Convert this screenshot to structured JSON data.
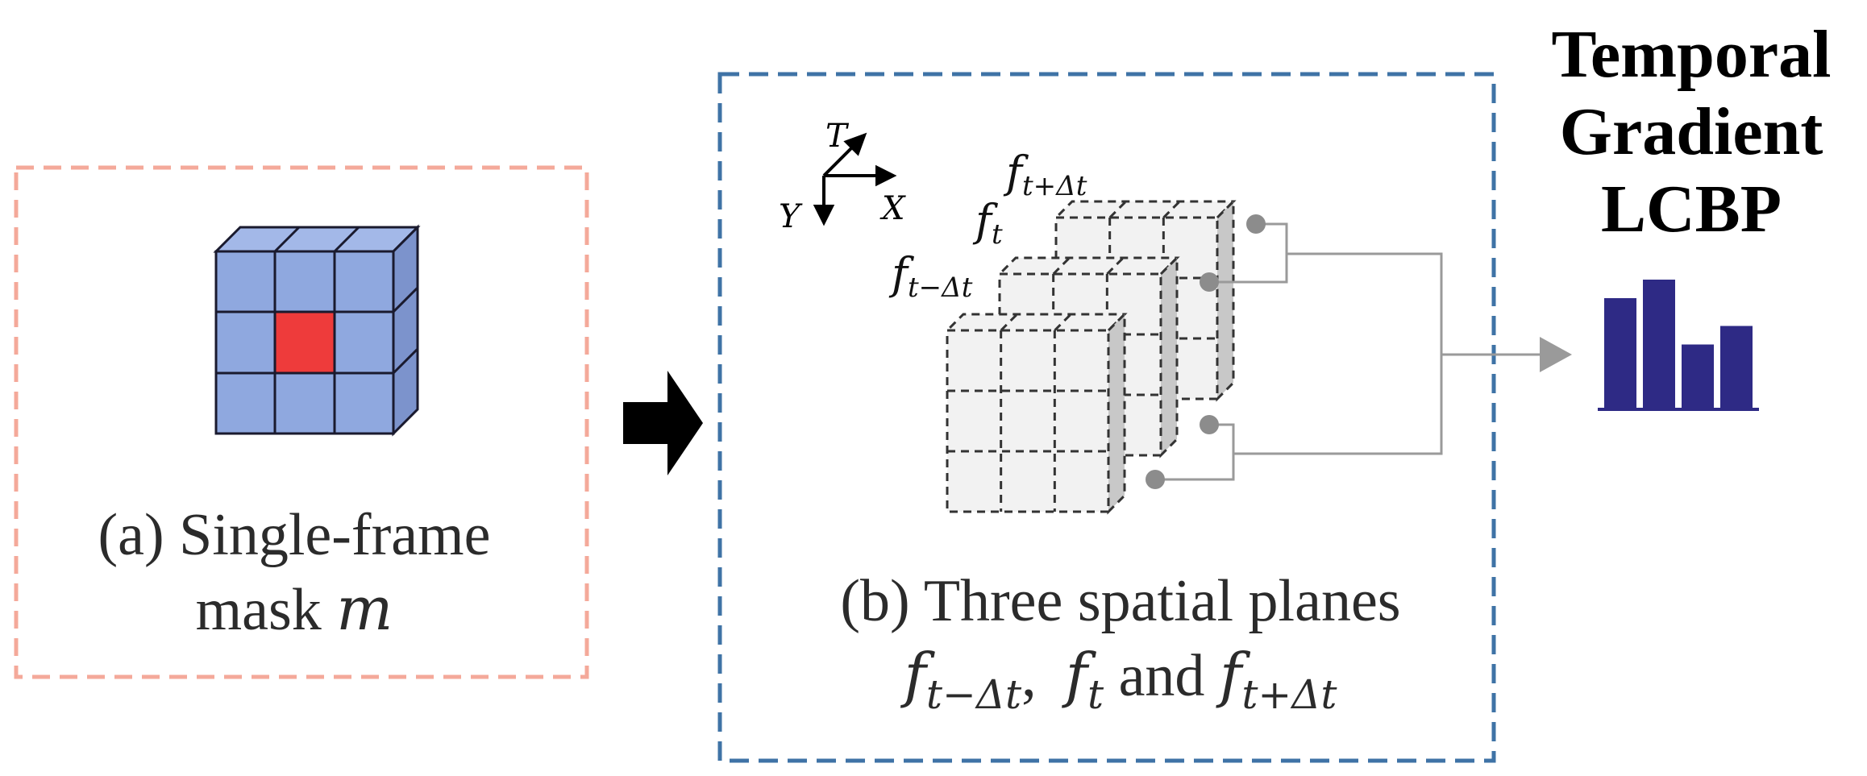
{
  "panel_a": {
    "caption_line1": "(a) Single-frame",
    "caption_line2_prefix": "mask ",
    "caption_line2_var": "m"
  },
  "panel_b": {
    "caption_line1": "(b) Three spatial planes",
    "plane_prev": "f",
    "plane_prev_sub": "t−Δt",
    "sep": ",",
    "plane_curr": "f",
    "plane_curr_sub": "t",
    "and_word": " and ",
    "plane_next": "f",
    "plane_next_sub": "t+Δt",
    "axis_t": "T",
    "axis_x": "X",
    "axis_y": "Y"
  },
  "result": {
    "line1": "Temporal",
    "line2": "Gradient",
    "line3": "LCBP",
    "histogram_values": [
      0.6,
      0.7,
      0.35,
      0.45
    ]
  },
  "colors": {
    "cube_face": "#8fa8df",
    "cube_center": "#ee3b3b",
    "box_a_border": "#f4a99a",
    "box_b_border": "#3f73a6",
    "histogram": "#2e2a85",
    "connector": "#9a9a9a"
  }
}
